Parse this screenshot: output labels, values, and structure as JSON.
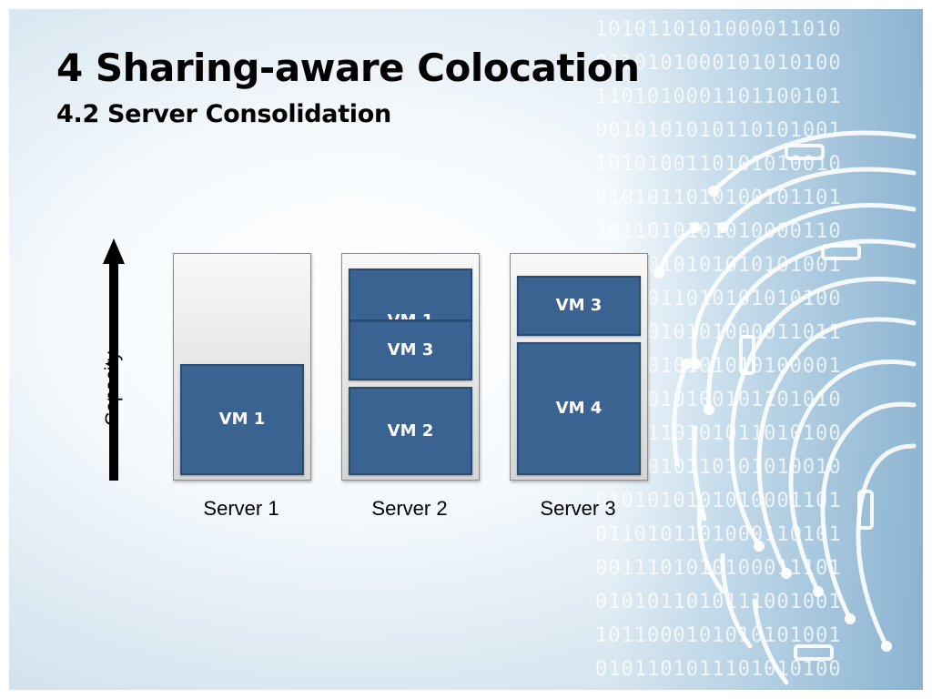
{
  "title": "4 Sharing-aware Colocation",
  "subtitle": "4.2 Server Consolidation",
  "axis_label": "Capacity",
  "servers": [
    {
      "label": "Server 1",
      "vms": [
        "VM 1"
      ]
    },
    {
      "label": "Server 2",
      "vms": [
        "VM 1",
        "VM 3",
        "VM 2"
      ]
    },
    {
      "label": "Server 3",
      "vms": [
        "VM 3",
        "VM 4"
      ]
    }
  ],
  "background_binary": [
    "1010110101000011010",
    "0110101000101010100",
    "1101010001101100101",
    "0010101010110101001",
    "1010100110101010010",
    "0101011010100101101",
    "1011010101010000110",
    "0101010101010101001",
    "0100011010101010100",
    "1101010101000011011",
    "0101010101010100001",
    "0100010100101101010",
    "1010110101011010100",
    "1000010110101010010",
    "0101010101010001101",
    "0110101101000110101",
    "0011101010100011101",
    "0101011010111001001",
    "1011000101010101001",
    "0101101011101010100"
  ],
  "colors": {
    "vm_fill": "#3b6391",
    "vm_border": "#2a4b73",
    "server_frame": "#8c8c8c"
  }
}
